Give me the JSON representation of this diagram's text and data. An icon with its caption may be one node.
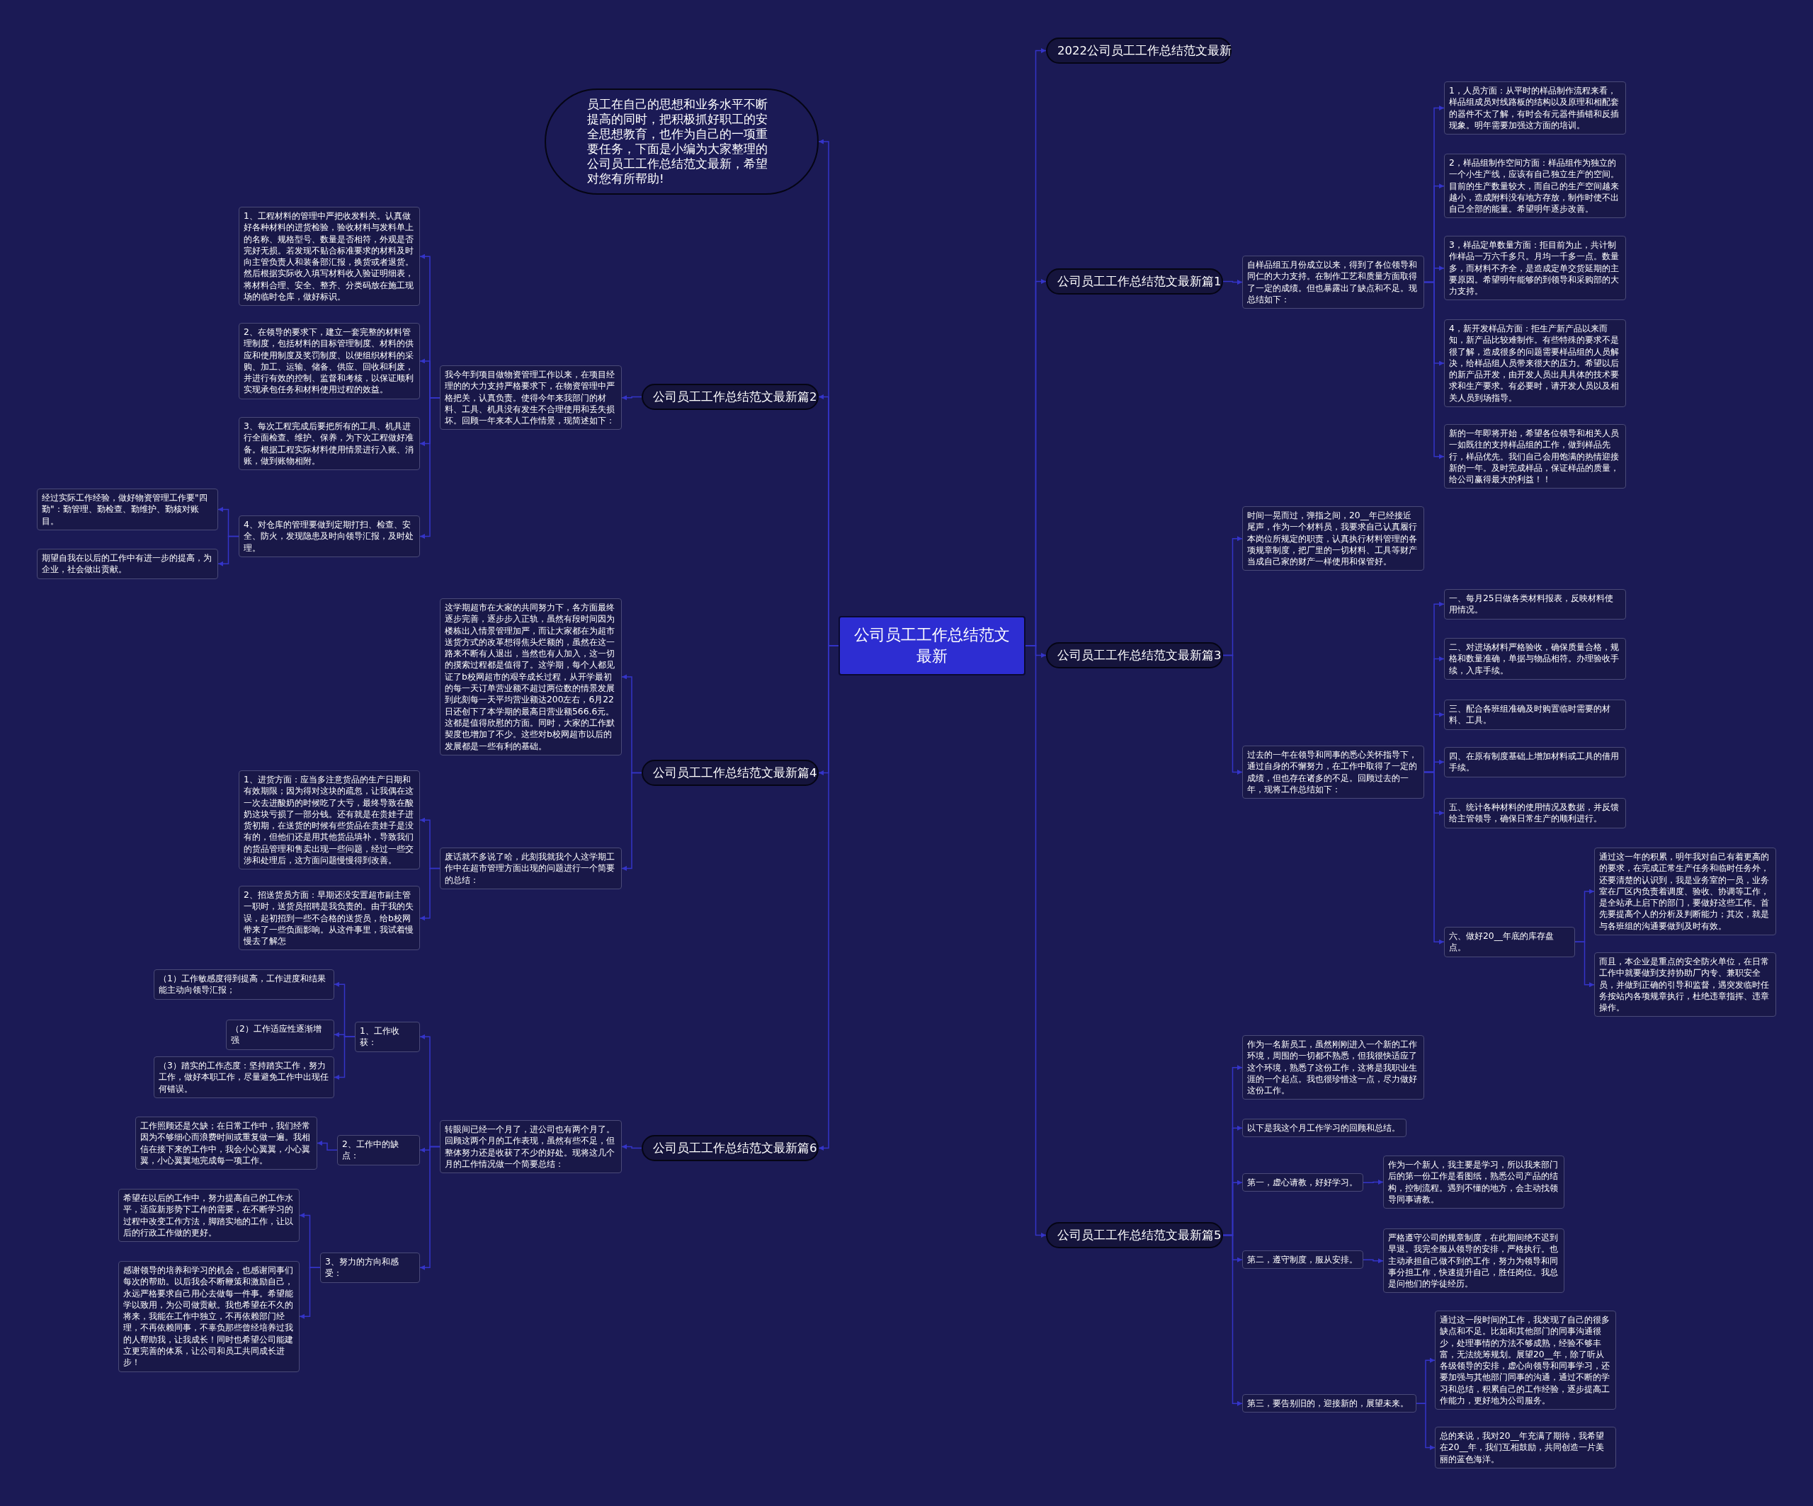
{
  "diagram": {
    "nodes": [
      {
        "text": [
          "公司员工工作总结范文最新"
        ]
      },
      {
        "text": [
          "员工在自己的思想和业务水平不断提高的同时，把积极抓好职工的安全思想教育，也作为自己的一项重要任务，下面是小编为大家整理的公司员工工作总结范文最新，希望对您有所帮助!"
        ]
      },
      {
        "text": [
          "2022公司员工工作总结范文最新"
        ]
      },
      {
        "text": [
          "公司员工工作总结范文最新篇1"
        ]
      },
      {
        "text": [
          "自样品组五月份成立以来，得到了各位领导和同仁的大力支持。在制作工艺和质量方面取得了一定的成绩。但也暴露出了缺点和不足。现总结如下："
        ]
      },
      {
        "text": [
          "1，人员方面：从平时的样品制作流程来看，样品组成员对线路板的结构以及原理和相配套的器件不太了解，有时会有元器件插错和反插现象。明年需要加强这方面的培训。"
        ]
      },
      {
        "text": [
          "2，样品组制作空间方面：样品组作为独立的一个小生产线，应该有自己独立生产的空间。目前的生产数量较大，而自己的生产空间越来越小，造成附料没有地方存放，制作时使不出自己全部的能量。希望明年逐步改善。"
        ]
      },
      {
        "text": [
          "3，样品定单数量方面：拒目前为止，共计制作样品一万六千多只。月均一千多一点。数量多，而材料不齐全，是造成定单交货延期的主要原因。希望明年能够的到领导和采购部的大力支持。"
        ]
      },
      {
        "text": [
          "4，新开发样品方面：拒生产新产品以来而知，新产品比较难制作。有些特殊的要求不是很了解，造成很多的问题需要样品组的人员解决，给样品组人员带来很大的压力。希望以后的新产品开发，由开发人员出具具体的技术要求和生产要求。有必要时，请开发人员以及相关人员到场指导。"
        ]
      },
      {
        "text": [
          "新的一年即将开始，希望各位领导和相关人员一如既往的支持样品组的工作，做到样品先行，样品优先。我们自己会用饱满的热情迎接新的一年。及时完成样品，保证样品的质量，给公司赢得最大的利益！！"
        ]
      },
      {
        "text": [
          "公司员工工作总结范文最新篇2"
        ]
      },
      {
        "text": [
          "我今年到项目做物资管理工作以来，在项目经理的的大力支持严格要求下，在物资管理中严格把关，认真负责。使得今年来我部门的材料、工具、机具没有发生不合理使用和丢失损坏。回顾一年来本人工作情景，现简述如下："
        ]
      },
      {
        "text": [
          "1、工程材料的管理中严把收发料关。认真做好各种材料的进货检验，验收材料与发料单上的名称、规格型号、数量是否相符，外观是否完好无损。若发现不贴合标准要求的材料及时向主管负责人和装备部汇报，换货或者退货。然后根据实际收入填写材料收入验证明细表，将材料合理、安全、整齐、分类码放在施工现场的临时仓库，做好标识。"
        ]
      },
      {
        "text": [
          "2、在领导的要求下，建立一套完整的材料管理制度，包括材料的目标管理制度、材料的供应和使用制度及奖罚制度、以便组织材料的采购、加工、运输、储备、供应、回收和利废，并进行有效的控制、监督和考核，以保证顺利实现承包任务和材料使用过程的效益。"
        ]
      },
      {
        "text": [
          "3、每次工程完成后要把所有的工具、机具进行全面检查、维护、保养，为下次工程做好准备。根据工程实际材料使用情景进行入账、消账，做到账物相附。"
        ]
      },
      {
        "text": [
          "4、对仓库的管理要做到定期打扫、检查、安全、防火，发现隐患及时向领导汇报，及时处理。"
        ]
      },
      {
        "text": [
          "经过实际工作经验，做好物资管理工作要\"四勤\"：勤管理、勤检查、勤维护、勤核对账目。"
        ]
      },
      {
        "text": [
          "期望自我在以后的工作中有进一步的提高，为企业，社会做出贡献。"
        ]
      },
      {
        "text": [
          "公司员工工作总结范文最新篇3"
        ]
      },
      {
        "text": [
          "时间一晃而过，弹指之间，20__年已经接近尾声，作为一个材料员，我要求自己认真履行本岗位所规定的职责，认真执行材料管理的各项规章制度，把厂里的一切材料、工具等财产当成自己家的财产一样使用和保管好。"
        ]
      },
      {
        "text": [
          "过去的一年在领导和同事的悉心关怀指导下，通过自身的不懈努力，在工作中取得了一定的成绩，但也存在诸多的不足。回顾过去的一年，现将工作总结如下："
        ]
      },
      {
        "text": [
          "一、每月25日做各类材料报表，反映材料使用情况。"
        ]
      },
      {
        "text": [
          "二、对进场材料严格验收，确保质量合格，规格和数量准确，单据与物品相符。办理验收手续，入库手续。"
        ]
      },
      {
        "text": [
          "三、配合各班组准确及时购置临时需要的材料、工具。"
        ]
      },
      {
        "text": [
          "四、在原有制度基础上增加材料或工具的借用手续。"
        ]
      },
      {
        "text": [
          "五、统计各种材料的使用情况及数据，并反馈给主管领导，确保日常生产的顺利进行。"
        ]
      },
      {
        "text": [
          "六、做好20__年底的库存盘点。"
        ]
      },
      {
        "text": [
          "通过这一年的积累，明年我对自己有着更高的的要求，在完成正常生产任务和临时任务外，还要清楚的认识到，我是业务室的一员，业务室在厂区内负责着调度、验收、协调等工作，是全站承上启下的部门，要做好这些工作。首先要提高个人的分析及判断能力；其次，就是与各班组的沟通要做到及时有效。"
        ]
      },
      {
        "text": [
          "而且，本企业是重点的安全防火单位，在日常工作中就要做到支持协助厂内专、兼职安全员，并做到正确的引导和监督，遇突发临时任务按站内各项规章执行，杜绝违章指挥、违章操作。"
        ]
      },
      {
        "text": [
          "公司员工工作总结范文最新篇4"
        ]
      },
      {
        "text": [
          "这学期超市在大家的共同努力下，各方面最终逐步完善，逐步步入正轨，虽然有段时间因为楼栋出入情景管理加严，而让大家都在为超市送货方式的改革想得焦头烂额的，虽然在这一路来不断有人退出，当然也有人加入，这一切的摸索过程都是值得了。这学期，每个人都见证了b校网超市的艰辛成长过程，从开学最初的每一天订单营业额不超过两位数的情景发展到此刻每一天平均营业额达200左右，6月22日还创下了本学期的最高日营业额566.6元。这都是值得欣慰的方面。同时，大家的工作默契度也增加了不少。这些对b校网超市以后的发展都是一些有利的基础。"
        ]
      },
      {
        "text": [
          "废话就不多说了哈，此刻我就我个人这学期工作中在超市管理方面出现的问题进行一个简要的总结："
        ]
      },
      {
        "text": [
          "1、进货方面：应当多注意货品的生产日期和有效期限；因为得对这块的疏忽，让我偶在这一次去进酸奶的时候吃了大亏，最终导致在酸奶这块亏损了一部分钱。还有就是在贵娃子进货初期，在送货的时候有些货品在贵娃子是没有的，但他们还是用其他货品填补，导致我们的货品管理和售卖出现一些问题，经过一些交涉和处理后，这方面问题慢慢得到改善。"
        ]
      },
      {
        "text": [
          "2、招送货员方面：早期还没安置超市副主管一职时，送货员招聘是我负责的。由于我的失误，起初招到一些不合格的送货员，给b校网带来了一些负面影响。从这件事里，我试着慢慢去了解怎"
        ]
      },
      {
        "text": [
          "公司员工工作总结范文最新篇5"
        ]
      },
      {
        "text": [
          "作为一名新员工，虽然刚刚进入一个新的工作环境，周围的一切都不熟悉，但我很快适应了这个环境，熟悉了这份工作，这将是我职业生涯的一个起点。我也很珍惜这一点，尽力做好这份工作。"
        ]
      },
      {
        "text": [
          "以下是我这个月工作学习的回顾和总结。"
        ]
      },
      {
        "text": [
          "第一，虚心请教，好好学习。"
        ]
      },
      {
        "text": [
          "作为一个新人，我主要是学习，所以我来部门后的第一份工作是看图纸，熟悉公司产品的结构，控制流程。遇到不懂的地方，会主动找领导同事请教。"
        ]
      },
      {
        "text": [
          "第二，遵守制度，服从安排。"
        ]
      },
      {
        "text": [
          "严格遵守公司的规章制度，在此期间绝不迟到早退。我完全服从领导的安排，严格执行。也主动承担自己做不到的工作，努力为领导和同事分担工作，快速提升自己，胜任岗位。我总是问他们的学徒经历。"
        ]
      },
      {
        "text": [
          "第三，要告别旧的，迎接新的，展望未来。"
        ]
      },
      {
        "text": [
          "通过这一段时间的工作，我发现了自己的很多缺点和不足。比如和其他部门的同事沟通很少，处理事情的方法不够成熟，经验不够丰富，无法统筹规划。展望20__年，除了听从各级领导的安排，虚心向领导和同事学习，还要加强与其他部门同事的沟通，通过不断的学习和总结，积累自己的工作经验，逐步提高工作能力，更好地为公司服务。"
        ]
      },
      {
        "text": [
          "总的来说，我对20__年充满了期待，我希望在20__年，我们互相鼓励，共同创造一片美丽的蓝色海洋。"
        ]
      },
      {
        "text": [
          "公司员工工作总结范文最新篇6"
        ]
      },
      {
        "text": [
          "转眼间已经一个月了，进公司也有两个月了。回顾这两个月的工作表现，虽然有些不足，但整体努力还是收获了不少的好处。现将这几个月的工作情况做一个简要总结："
        ]
      },
      {
        "text": [
          "1、工作收获："
        ]
      },
      {
        "text": [
          "（1）工作敏感度得到提高，工作进度和结果能主动向领导汇报；"
        ]
      },
      {
        "text": [
          "（2）工作适应性逐渐增强"
        ]
      },
      {
        "text": [
          "（3）踏实的工作态度：坚持踏实工作，努力工作，做好本职工作，尽量避免工作中出现任何错误。"
        ]
      },
      {
        "text": [
          "2、工作中的缺点："
        ]
      },
      {
        "text": [
          "工作照顾还是欠缺；在日常工作中，我们经常因为不够细心而浪费时间或重复做一遍。我相信在接下来的工作中，我会小心翼翼，小心翼翼，小心翼翼地完成每一项工作。"
        ]
      },
      {
        "text": [
          "3、努力的方向和感受："
        ]
      },
      {
        "text": [
          "希望在以后的工作中，努力提高自己的工作水平，适应新形势下工作的需要，在不断学习的过程中改变工作方法，脚踏实地的工作，让以后的行政工作做的更好。"
        ]
      },
      {
        "text": [
          "感谢领导的培养和学习的机会，也感谢同事们每次的帮助。以后我会不断鞭策和激励自己，永远严格要求自己用心去做每一件事。希望能学以致用，为公司做贡献。我也希望在不久的将来，我能在工作中独立，不再依赖部门经理，不再依赖同事，不辜负那些曾经培养过我的人帮助我，让我成长！同时也希望公司能建立更完善的体系，让公司和员工共同成长进步！"
        ]
      }
    ],
    "edges": [
      {
        "from": 0,
        "to": 1,
        "arrow": "to"
      },
      {
        "from": 0,
        "to": 2,
        "arrow": "to"
      },
      {
        "from": 0,
        "to": 3,
        "arrow": "to"
      },
      {
        "from": 0,
        "to": 10,
        "arrow": "to"
      },
      {
        "from": 0,
        "to": 18,
        "arrow": "to"
      },
      {
        "from": 0,
        "to": 29,
        "arrow": "to"
      },
      {
        "from": 0,
        "to": 34,
        "arrow": "to"
      },
      {
        "from": 0,
        "to": 44,
        "arrow": "to"
      },
      {
        "from": 3,
        "to": 4,
        "arrow": "to"
      },
      {
        "from": 4,
        "to": 5,
        "arrow": "to"
      },
      {
        "from": 4,
        "to": 6,
        "arrow": "to"
      },
      {
        "from": 4,
        "to": 7,
        "arrow": "to"
      },
      {
        "from": 4,
        "to": 8,
        "arrow": "to"
      },
      {
        "from": 4,
        "to": 9,
        "arrow": "to"
      },
      {
        "from": 10,
        "to": 11,
        "arrow": "to"
      },
      {
        "from": 11,
        "to": 12,
        "arrow": "to"
      },
      {
        "from": 11,
        "to": 13,
        "arrow": "to"
      },
      {
        "from": 11,
        "to": 14,
        "arrow": "to"
      },
      {
        "from": 11,
        "to": 15,
        "arrow": "to"
      },
      {
        "from": 15,
        "to": 16,
        "arrow": "to"
      },
      {
        "from": 15,
        "to": 17,
        "arrow": "to"
      },
      {
        "from": 18,
        "to": 19,
        "arrow": "to"
      },
      {
        "from": 18,
        "to": 20,
        "arrow": "to"
      },
      {
        "from": 20,
        "to": 21,
        "arrow": "to"
      },
      {
        "from": 20,
        "to": 22,
        "arrow": "to"
      },
      {
        "from": 20,
        "to": 23,
        "arrow": "to"
      },
      {
        "from": 20,
        "to": 24,
        "arrow": "to"
      },
      {
        "from": 20,
        "to": 25,
        "arrow": "to"
      },
      {
        "from": 20,
        "to": 26,
        "arrow": "to"
      },
      {
        "from": 26,
        "to": 27,
        "arrow": "to"
      },
      {
        "from": 26,
        "to": 28,
        "arrow": "to"
      },
      {
        "from": 29,
        "to": 30,
        "arrow": "to"
      },
      {
        "from": 29,
        "to": 31,
        "arrow": "to"
      },
      {
        "from": 31,
        "to": 32,
        "arrow": "to"
      },
      {
        "from": 31,
        "to": 33,
        "arrow": "to"
      },
      {
        "from": 34,
        "to": 35,
        "arrow": "to"
      },
      {
        "from": 34,
        "to": 36,
        "arrow": "to"
      },
      {
        "from": 34,
        "to": 37,
        "arrow": "to"
      },
      {
        "from": 34,
        "to": 39,
        "arrow": "to"
      },
      {
        "from": 34,
        "to": 41,
        "arrow": "to"
      },
      {
        "from": 37,
        "to": 38,
        "arrow": "to"
      },
      {
        "from": 39,
        "to": 40,
        "arrow": "to"
      },
      {
        "from": 41,
        "to": 42,
        "arrow": "to"
      },
      {
        "from": 41,
        "to": 43,
        "arrow": "to"
      },
      {
        "from": 44,
        "to": 45,
        "arrow": "to"
      },
      {
        "from": 45,
        "to": 46,
        "arrow": "to"
      },
      {
        "from": 45,
        "to": 50,
        "arrow": "to"
      },
      {
        "from": 45,
        "to": 52,
        "arrow": "to"
      },
      {
        "from": 46,
        "to": 47,
        "arrow": "to"
      },
      {
        "from": 46,
        "to": 48,
        "arrow": "to"
      },
      {
        "from": 46,
        "to": 49,
        "arrow": "to"
      },
      {
        "from": 50,
        "to": 51,
        "arrow": "to"
      },
      {
        "from": 52,
        "to": 53,
        "arrow": "to"
      },
      {
        "from": 52,
        "to": 54,
        "arrow": "to"
      }
    ]
  }
}
